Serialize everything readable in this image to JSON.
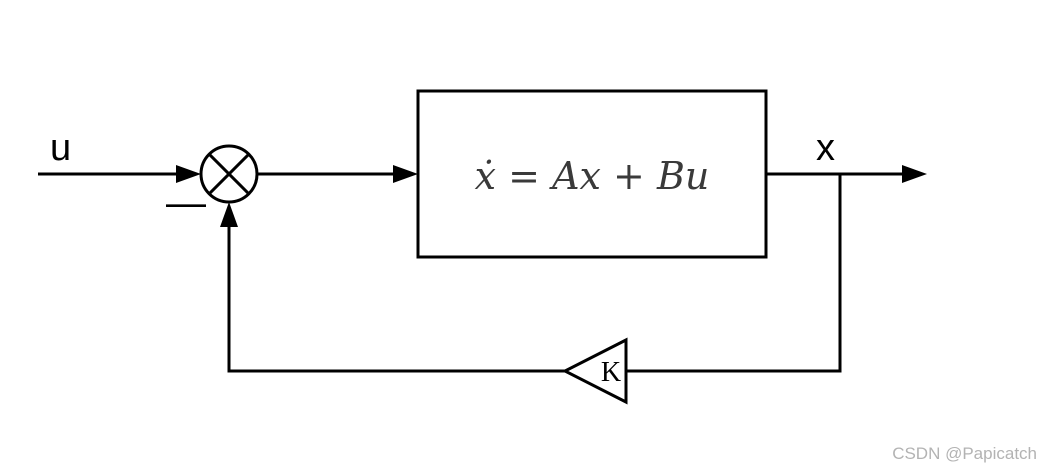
{
  "diagram": {
    "input_label": "u",
    "output_label": "x",
    "minus_sign": "—",
    "plant_equation": "ẋ = Ax + Bu",
    "gain_label": "K"
  },
  "watermark": "CSDN @Papicatch"
}
